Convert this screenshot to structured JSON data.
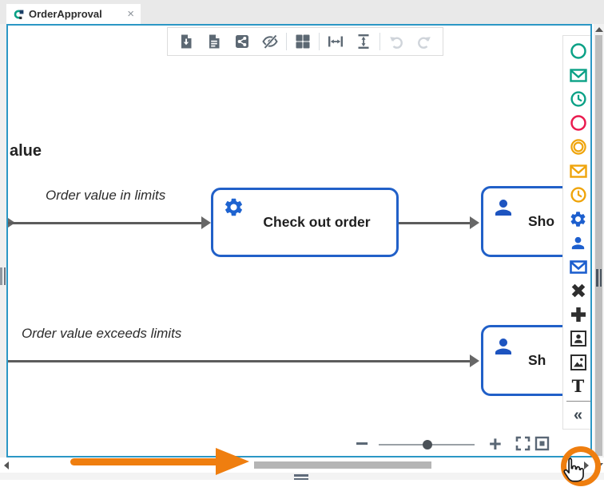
{
  "tab": {
    "title": "OrderApproval",
    "close_glyph": "×",
    "icon": "bpmn-file-icon"
  },
  "toolbar": {
    "icons": [
      {
        "name": "export-file-icon",
        "enabled": true
      },
      {
        "name": "document-icon",
        "enabled": true
      },
      {
        "name": "share-icon",
        "enabled": true
      },
      {
        "name": "hide-elements-icon",
        "enabled": true
      },
      {
        "name": "grid-layout-icon",
        "enabled": true
      },
      {
        "name": "fit-width-icon",
        "enabled": true
      },
      {
        "name": "fit-height-icon",
        "enabled": true
      },
      {
        "name": "undo-icon",
        "enabled": false
      },
      {
        "name": "redo-icon",
        "enabled": false
      }
    ]
  },
  "palette": {
    "items": [
      {
        "name": "start-event",
        "icon": "circle-icon",
        "color": "#0aa186"
      },
      {
        "name": "message-start-event",
        "icon": "envelope-icon",
        "color": "#0aa186"
      },
      {
        "name": "timer-start-event",
        "icon": "clock-icon",
        "color": "#0aa186"
      },
      {
        "name": "end-event",
        "icon": "circle-icon",
        "color": "#ea1b4f"
      },
      {
        "name": "intermediate-event",
        "icon": "double-circle-icon",
        "color": "#efa40a"
      },
      {
        "name": "message-intermediate-event",
        "icon": "envelope-icon",
        "color": "#efa40a"
      },
      {
        "name": "timer-intermediate-event",
        "icon": "clock-icon",
        "color": "#efa40a"
      },
      {
        "name": "service-task",
        "icon": "gear-icon",
        "color": "#1d5fce"
      },
      {
        "name": "user-task",
        "icon": "person-icon",
        "color": "#1d5fce"
      },
      {
        "name": "send-task",
        "icon": "envelope-icon",
        "color": "#1d5fce"
      },
      {
        "name": "exclusive-gateway",
        "icon": "x-cross-icon",
        "color": "#2e2e2e"
      },
      {
        "name": "parallel-gateway",
        "icon": "plus-cross-icon",
        "color": "#2e2e2e"
      },
      {
        "name": "user-image",
        "icon": "person-frame-icon",
        "color": "#2e2e2e"
      },
      {
        "name": "image",
        "icon": "image-frame-icon",
        "color": "#2e2e2e"
      },
      {
        "name": "text-annotation",
        "icon": "letter-T-icon",
        "color": "#222222"
      },
      {
        "name": "collapse-palette",
        "icon": "chevron-double-left-icon",
        "color": "#3d4852"
      }
    ],
    "text_glyph": "T",
    "collapse_glyph": "«"
  },
  "diagram": {
    "clipped_text": "alue",
    "flows": [
      {
        "label": "Order value in limits"
      },
      {
        "label": "Order value exceeds limits"
      }
    ],
    "tasks": [
      {
        "label": "Check out order",
        "icon": "gear-icon"
      },
      {
        "label": "Sho",
        "icon": "person-icon"
      },
      {
        "label": "Sh",
        "icon": "person-icon"
      }
    ]
  },
  "zoom_controls": {
    "minus_glyph": "−",
    "plus_glyph": "+"
  },
  "annotations": {
    "color": "#ef7e0f",
    "shapes": [
      "arrow-right",
      "circle-highlight",
      "hand-cursor"
    ]
  },
  "colors": {
    "canvas_border": "#2b97c5",
    "task_border": "#2160c8",
    "flow_line": "#5c5c5c",
    "toolbar_icon": "#5c6873",
    "annotation": "#ef7e0f"
  }
}
